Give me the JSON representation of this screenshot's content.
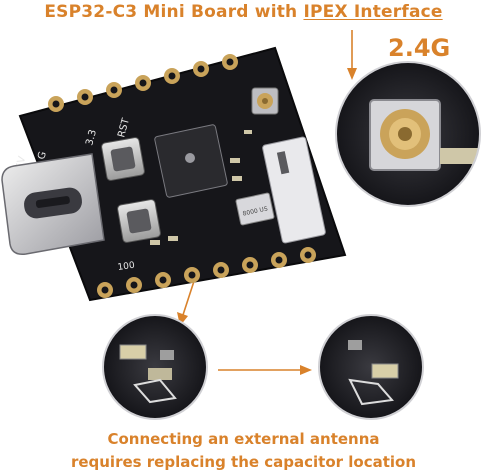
{
  "header": {
    "title_prefix": "ESP32-C3 Mini Board with ",
    "title_highlight": "IPEX Interface",
    "frequency": "2.4G"
  },
  "board": {
    "labels": {
      "pin_5v": "5V",
      "pin_g": "G",
      "pin_33": "3.3",
      "btn_rst": "RST",
      "marking_100": "100",
      "crystal": "8000 US"
    }
  },
  "caption": {
    "line1": "Connecting an external antenna",
    "line2": "requires replacing the capacitor location"
  },
  "colors": {
    "accent": "#d9822b",
    "pcb": "#16161a",
    "gold": "#c9a35a"
  }
}
